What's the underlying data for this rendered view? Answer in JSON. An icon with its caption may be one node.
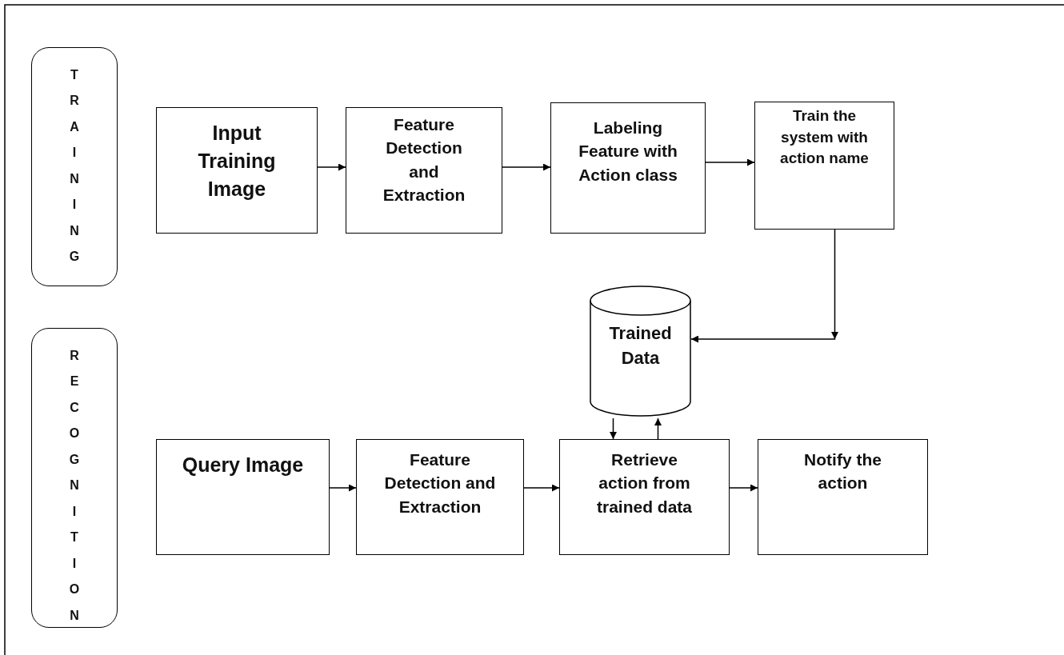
{
  "diagram": {
    "nodes": [
      {
        "text": [
          "TRAINING"
        ]
      },
      {
        "text": [
          "RECOGNITION"
        ]
      },
      {
        "text": [
          "Input Training Image"
        ]
      },
      {
        "text": [
          "Feature Detection and Extraction"
        ]
      },
      {
        "text": [
          "Labeling Feature with Action class"
        ]
      },
      {
        "text": [
          "Train the system with action name"
        ]
      },
      {
        "text": [
          "Trained Data"
        ]
      },
      {
        "text": [
          "Query Image"
        ]
      },
      {
        "text": [
          "Feature Detection and Extraction"
        ]
      },
      {
        "text": [
          "Retrieve action from trained data"
        ]
      },
      {
        "text": [
          "Notify the action"
        ]
      }
    ],
    "edges": [
      {
        "from": 2,
        "to": 3,
        "arrow": "to"
      },
      {
        "from": 3,
        "to": 4,
        "arrow": "to"
      },
      {
        "from": 4,
        "to": 5,
        "arrow": "to"
      },
      {
        "from": 5,
        "to": 6,
        "arrow": "to"
      },
      {
        "from": 6,
        "to": 9,
        "arrow": "to"
      },
      {
        "from": 9,
        "to": 6,
        "arrow": "to"
      },
      {
        "from": 7,
        "to": 8,
        "arrow": "to"
      },
      {
        "from": 8,
        "to": 9,
        "arrow": "to"
      },
      {
        "from": 9,
        "to": 10,
        "arrow": "to"
      }
    ]
  }
}
